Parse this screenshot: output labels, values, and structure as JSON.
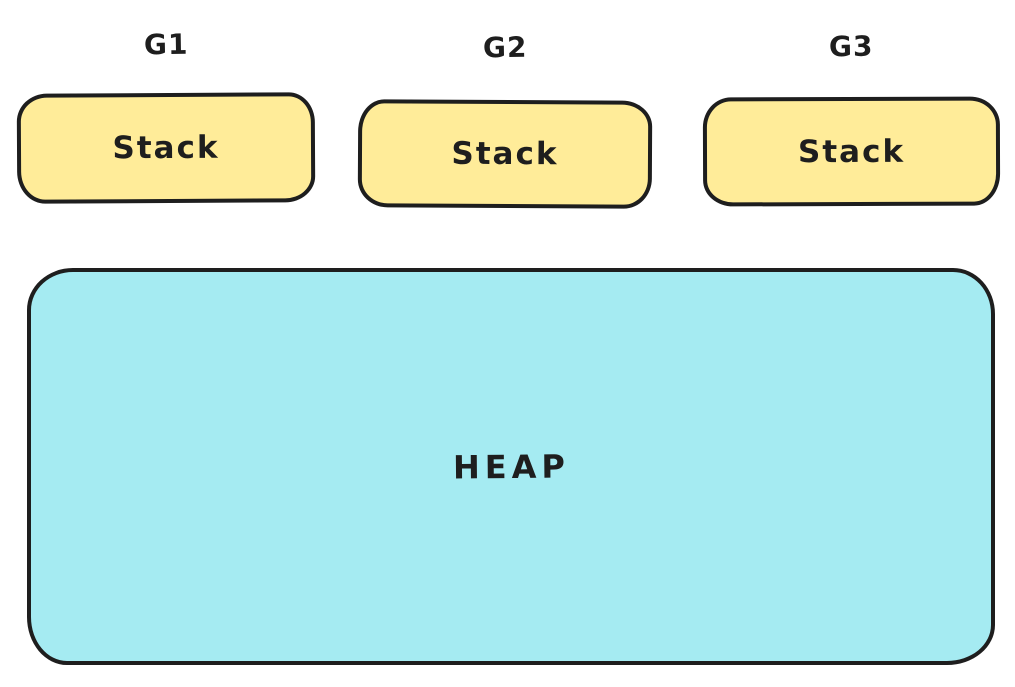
{
  "groups": [
    {
      "label": "G1",
      "box_label": "Stack"
    },
    {
      "label": "G2",
      "box_label": "Stack"
    },
    {
      "label": "G3",
      "box_label": "Stack"
    }
  ],
  "heap": {
    "label": "HEAP"
  },
  "colors": {
    "stack_fill": "#ffec99",
    "heap_fill": "#a5ebf2",
    "stroke": "#1e1e1e",
    "canvas_bg": "#ffffff"
  }
}
